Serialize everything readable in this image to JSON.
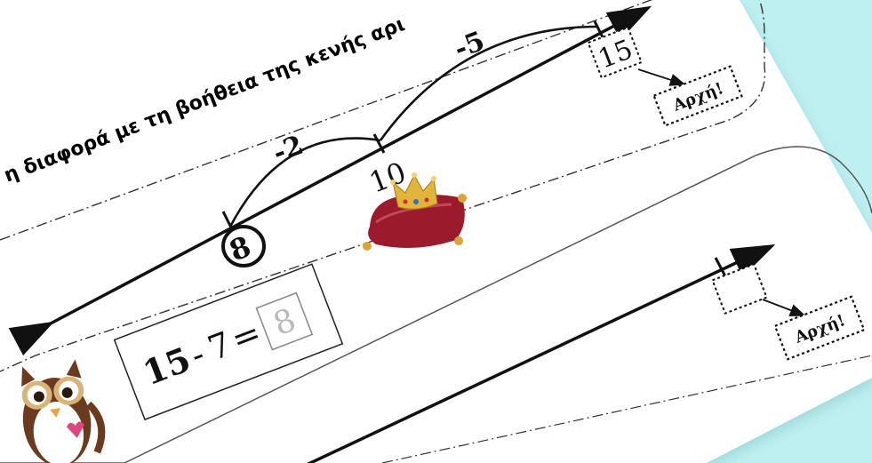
{
  "worksheet": {
    "instruction": "η διαφορά με τη βοήθεια της κενής αρι"
  },
  "top_line": {
    "start_marker": "8",
    "middle_marker": "10",
    "end_marker": "15",
    "jump_small": "-2",
    "jump_large": "-5",
    "start_label": "Αρχή!"
  },
  "equation": {
    "minuend": "15",
    "operator": "-",
    "subtrahend": "7",
    "equals": "=",
    "answer": "8"
  },
  "bottom_line": {
    "end_marker": "",
    "start_label": "Αρχή!"
  },
  "colors": {
    "background": "#bff0f1",
    "paper": "#ffffff",
    "ink": "#111111",
    "pillow": "#9b1b2c",
    "crown": "#e1b43a",
    "owl_brown": "#6b3a1f",
    "owl_heart": "#e0457b"
  },
  "icons": {
    "crown_pillow": "crown-on-pillow-icon",
    "owl": "owl-icon"
  }
}
